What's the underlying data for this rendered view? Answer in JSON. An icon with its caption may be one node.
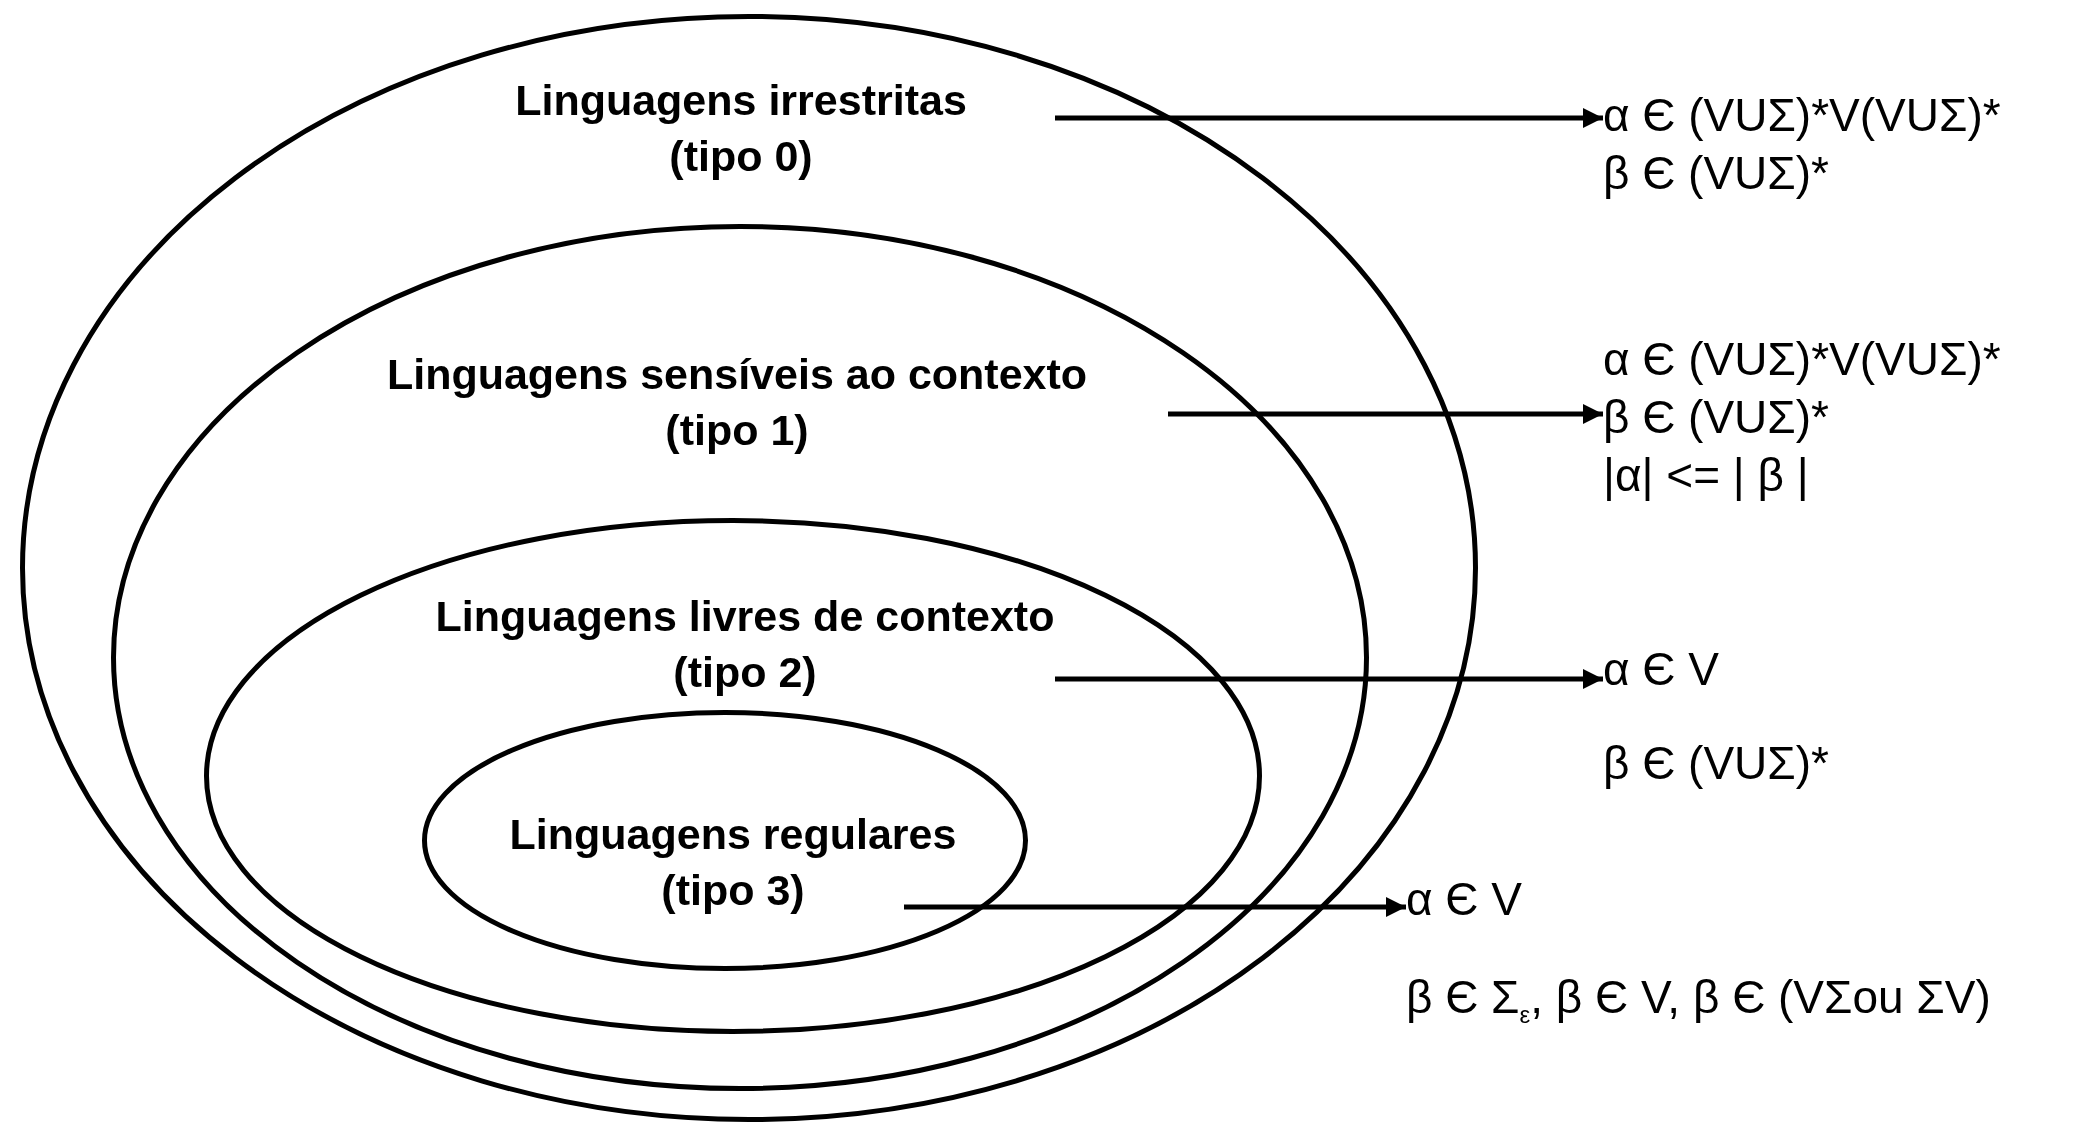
{
  "diagram": {
    "nodes": [
      {
        "text": [
          "Linguagens irrestritas",
          "(tipo 0)"
        ]
      },
      {
        "text": [
          "Linguagens sensíveis ao contexto",
          "(tipo 1)"
        ],
        "in": 0
      },
      {
        "text": [
          "Linguagens livres de contexto",
          "(tipo 2)"
        ],
        "in": 1
      },
      {
        "text": [
          "Linguagens regulares",
          "(tipo 3)"
        ],
        "in": 2
      },
      {
        "text": [
          "α Є (VUΣ)*V(VUΣ)*",
          "β Є (VUΣ)*"
        ]
      },
      {
        "text": [
          "α Є (VUΣ)*V(VUΣ)*",
          "β Є (VUΣ)*",
          "|α| <= | β |"
        ]
      },
      {
        "text": [
          "α Є V",
          "β Є (VUΣ)*"
        ]
      },
      {
        "text": [
          "α Є V",
          "β Є Σ$_{ε}$, β Є V, β Є (VΣou ΣV)"
        ]
      }
    ],
    "edges": [
      {
        "from": 0,
        "to": 4,
        "arrow": "to"
      },
      {
        "from": 1,
        "to": 5,
        "arrow": "to"
      },
      {
        "from": 2,
        "to": 6,
        "arrow": "to"
      },
      {
        "from": 3,
        "to": 7,
        "arrow": "to"
      }
    ]
  }
}
